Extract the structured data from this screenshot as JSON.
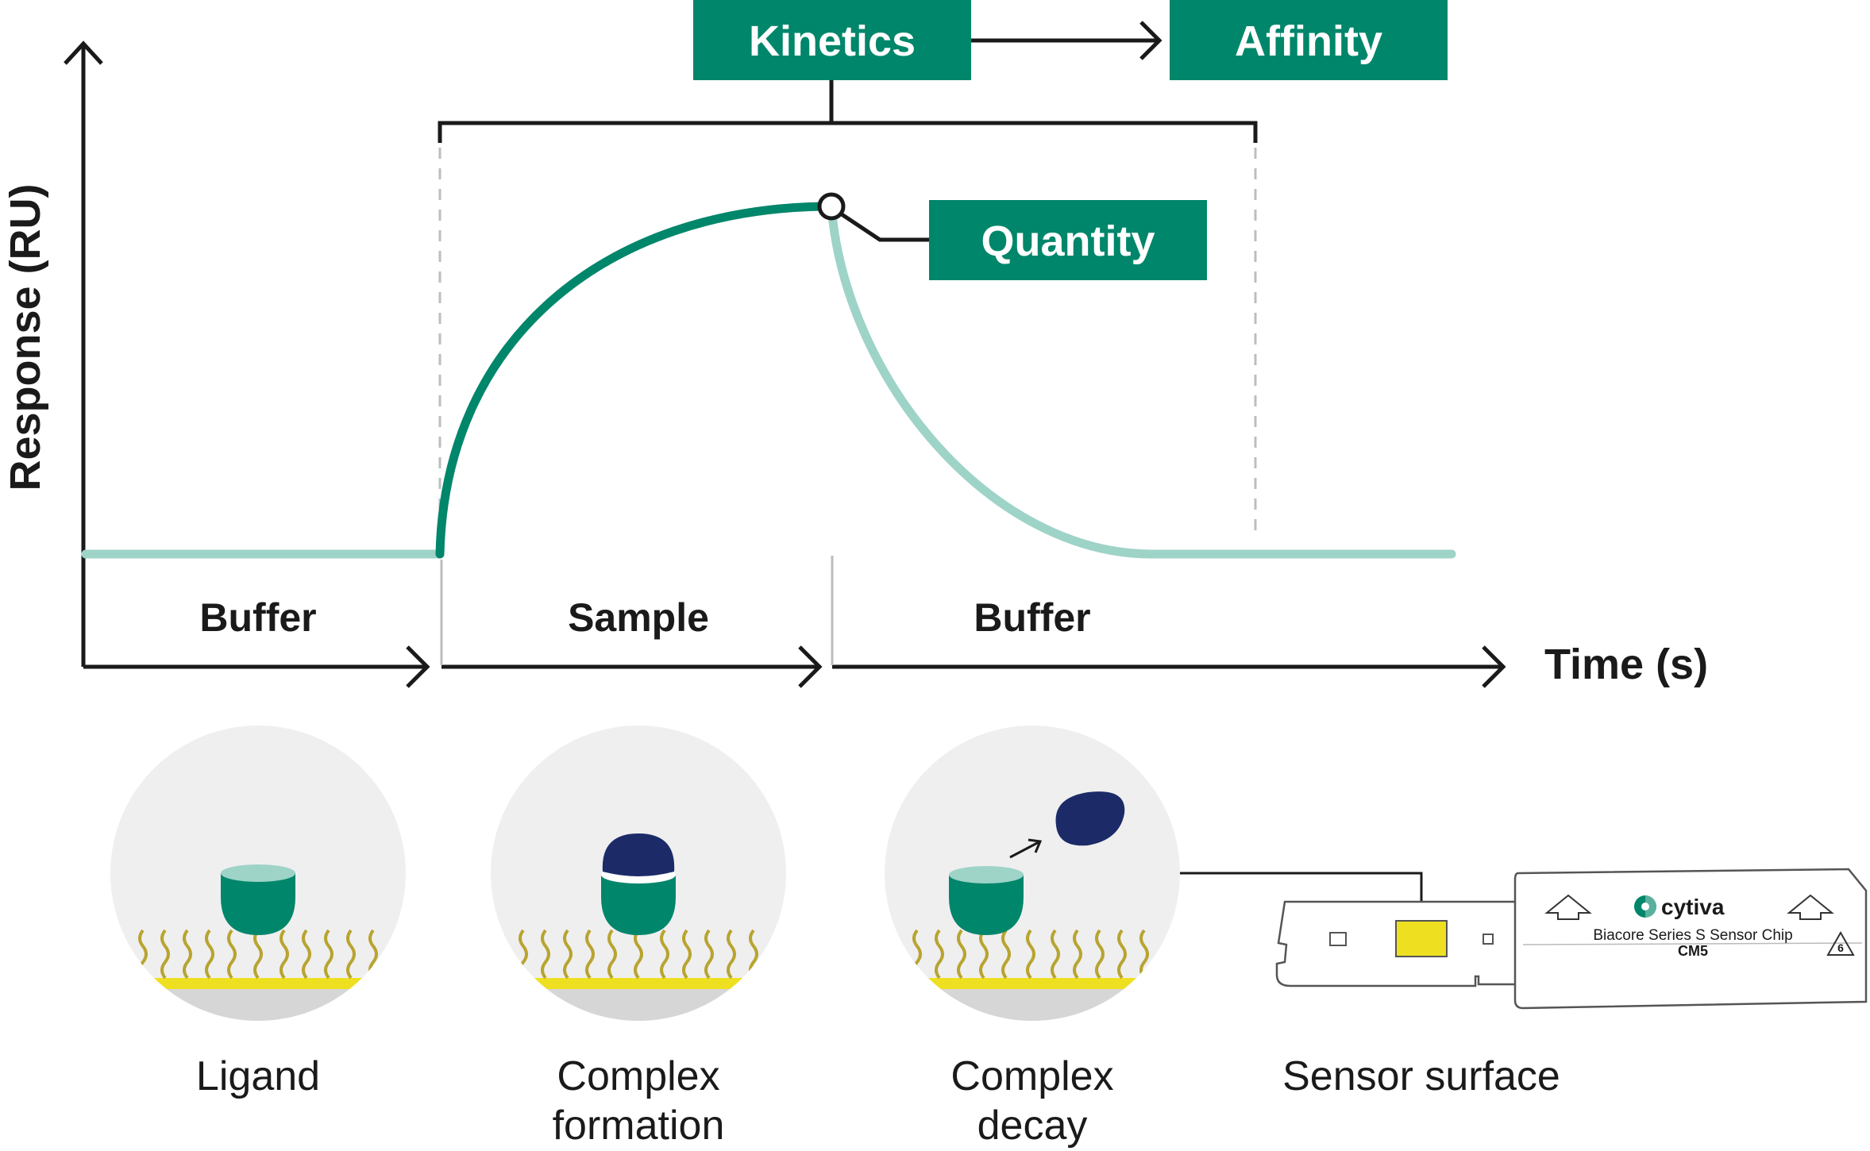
{
  "axes": {
    "y_label": "Response (RU)",
    "x_label": "Time (s)"
  },
  "phases": {
    "buffer_1": "Buffer",
    "sample": "Sample",
    "buffer_2": "Buffer"
  },
  "boxes": {
    "kinetics": "Kinetics",
    "affinity": "Affinity",
    "quantity": "Quantity"
  },
  "captions": {
    "ligand": "Ligand",
    "complex_formation_1": "Complex",
    "complex_formation_2": "formation",
    "complex_decay_1": "Complex",
    "complex_decay_2": "decay",
    "sensor_surface": "Sensor surface"
  },
  "sensor_chip": {
    "brand": "cytiva",
    "product": "Biacore Series S Sensor Chip",
    "model": "CM5",
    "recycle_number": "6"
  },
  "colors": {
    "green": "#00866a",
    "light_teal": "#9ed3c8",
    "navy": "#1c2b68",
    "yellow": "#eee021",
    "olive": "#b8a430",
    "circle_bg": "#efefef",
    "dark": "#1a1a1a"
  }
}
